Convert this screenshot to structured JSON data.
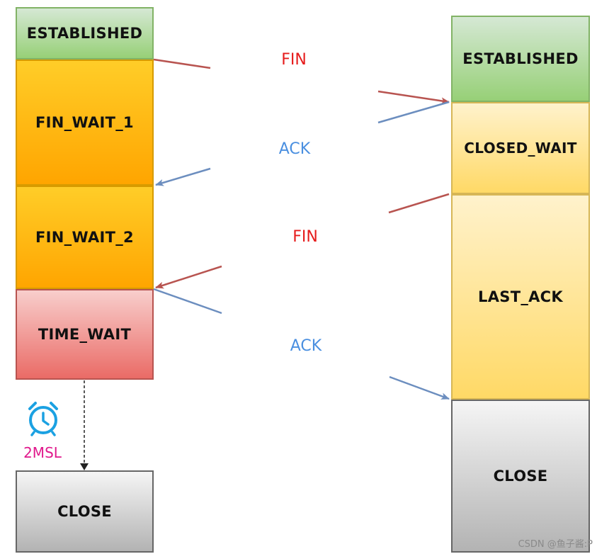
{
  "client": {
    "states": [
      "ESTABLISHED",
      "FIN_WAIT_1",
      "FIN_WAIT_2",
      "TIME_WAIT",
      "CLOSE"
    ]
  },
  "server": {
    "states": [
      "ESTABLISHED",
      "CLOSED_WAIT",
      "LAST_ACK",
      "CLOSE"
    ]
  },
  "messages": [
    "FIN",
    "ACK",
    "FIN",
    "ACK"
  ],
  "timer": {
    "icon": "alarm-clock-icon",
    "label": "2MSL"
  },
  "colors": {
    "fin": "#e61c1c",
    "ack": "#4a8fe0",
    "msl": "#e0198c",
    "fin_arrow": "#b85450",
    "ack_arrow": "#6c8ebf"
  },
  "watermark": "CSDN @鱼子酱:P"
}
